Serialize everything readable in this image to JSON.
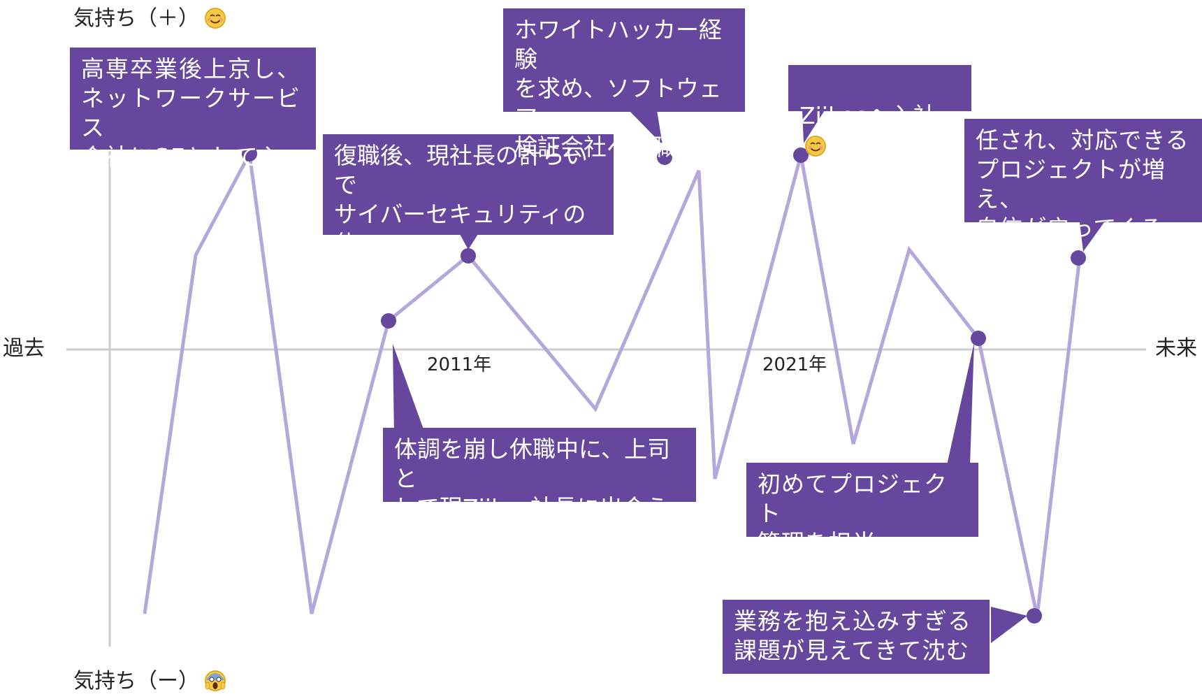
{
  "labels": {
    "mood_plus": "気持ち（＋）",
    "mood_minus": "気持ち（ー）",
    "past": "過去",
    "future": "未来",
    "year_2011": "2011年",
    "year_2021": "2021年"
  },
  "icons": {
    "plus_emoji": "smiling-face-emoji",
    "minus_emoji": "screaming-face-emoji"
  },
  "colors": {
    "line": "#b3a7dc",
    "point": "#66479d",
    "bubble": "#66479d",
    "axis": "#cccccc"
  },
  "annotations": [
    {
      "id": "a1",
      "text": "高専卒業後上京し、\nネットワークサービス\n会社にSEとして入社"
    },
    {
      "id": "a2",
      "text": "体調を崩し休職中に、上司と\nして現Ziikas社長に出会う"
    },
    {
      "id": "a3",
      "text": "復職後、現社長の計らいで\nサイバーセキュリティの仕\n事に挑戦"
    },
    {
      "id": "a4",
      "text": "ホワイトハッカー経験\nを求め、ソフトウェア\n検証会社へ転職"
    },
    {
      "id": "a5",
      "text": "Ziikasへ入社"
    },
    {
      "id": "a6",
      "text": "初めてプロジェクト\n管理を担当"
    },
    {
      "id": "a7",
      "text": "業務を抱え込みすぎる\n課題が見えてきて沈む"
    },
    {
      "id": "a8",
      "text": "任され、対応できる\nプロジェクトが増え、\n自信が戻ってくる"
    }
  ]
}
